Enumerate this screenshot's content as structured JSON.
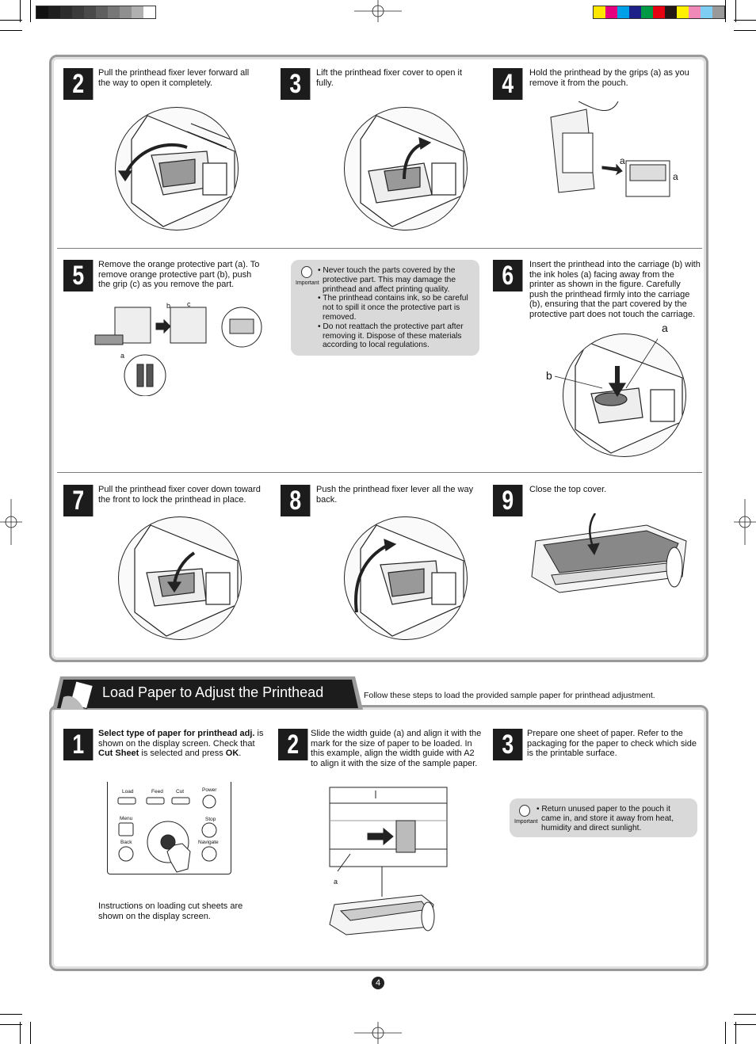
{
  "colors": {
    "grays": [
      "#111111",
      "#1e1e1e",
      "#2d2d2d",
      "#3b3b3b",
      "#4a4a4a",
      "#5f5f5f",
      "#777777",
      "#8f8f8f",
      "#b0b0b0",
      "#ffffff"
    ],
    "process": [
      "#ffe600",
      "#e4007f",
      "#00a0e9",
      "#1d2088",
      "#009944",
      "#e60012",
      "#231815",
      "#fff100",
      "#f088b8",
      "#7ecef4",
      "#999999"
    ]
  },
  "top_panel": {
    "steps": [
      {
        "number": "2",
        "text": "Pull the printhead fixer lever forward all the way to open it completely."
      },
      {
        "number": "3",
        "text": "Lift the printhead fixer cover to open it fully."
      },
      {
        "number": "4",
        "text": "Hold the printhead by the grips (a) as you remove it from the pouch.",
        "labels": [
          "a",
          "a"
        ]
      },
      {
        "number": "5",
        "text": "Remove the orange protective part (a). To remove orange protective part (b), push the grip (c) as you remove the part.",
        "labels": [
          "b",
          "c",
          "a"
        ]
      },
      {
        "number": "6",
        "text": "Insert the printhead into the carriage (b) with the ink holes (a) facing away from the printer as shown in the figure. Carefully push the printhead firmly into the carriage (b), ensuring that the part covered by the protective part does not touch the carriage.",
        "labels": [
          "a",
          "b"
        ]
      },
      {
        "number": "7",
        "text": "Pull the printhead fixer cover down toward the front to lock the printhead in place."
      },
      {
        "number": "8",
        "text": "Push the printhead fixer lever all the way back."
      },
      {
        "number": "9",
        "text": "Close the top cover."
      }
    ],
    "important": {
      "label": "Important",
      "items": [
        "Never touch the parts covered by the protective part. This may damage the printhead and affect printing quality.",
        "The printhead contains ink, so be careful not to spill it once the protective part is removed.",
        "Do not reattach the protective part after removing it. Dispose of these materials according to local regulations."
      ]
    }
  },
  "section": {
    "title": "Load Paper to Adjust the Printhead",
    "intro": "Follow these steps to load the provided sample paper for printhead adjustment.",
    "steps": [
      {
        "number": "1",
        "bold1": "Select type of paper for printhead adj.",
        "text1": " is shown on the display screen. Check that ",
        "bold2": "Cut Sheet",
        "text2": " is selected and press ",
        "bold3": "OK",
        "text3": ".",
        "note": "Instructions on loading cut sheets are shown on the display screen."
      },
      {
        "number": "2",
        "text": "Slide the width guide (a) and align it with the mark for the size of paper to be loaded. In this example, align the width guide with A2 to align it with the size of the sample paper.",
        "labels": [
          "a"
        ]
      },
      {
        "number": "3",
        "text": "Prepare one sheet of paper. Refer to the packaging for the paper to check which side is the printable surface."
      }
    ],
    "important": {
      "label": "Important",
      "items": [
        "Return unused paper to the pouch it came in, and store it away from heat, humidity and direct sunlight."
      ]
    },
    "panel_buttons": {
      "load": "Load",
      "feed": "Feed",
      "cut": "Cut",
      "power": "Power",
      "menu": "Menu",
      "stop": "Stop",
      "back": "Back",
      "navigate": "Navigate",
      "ok": "OK"
    }
  },
  "page_number": "4"
}
